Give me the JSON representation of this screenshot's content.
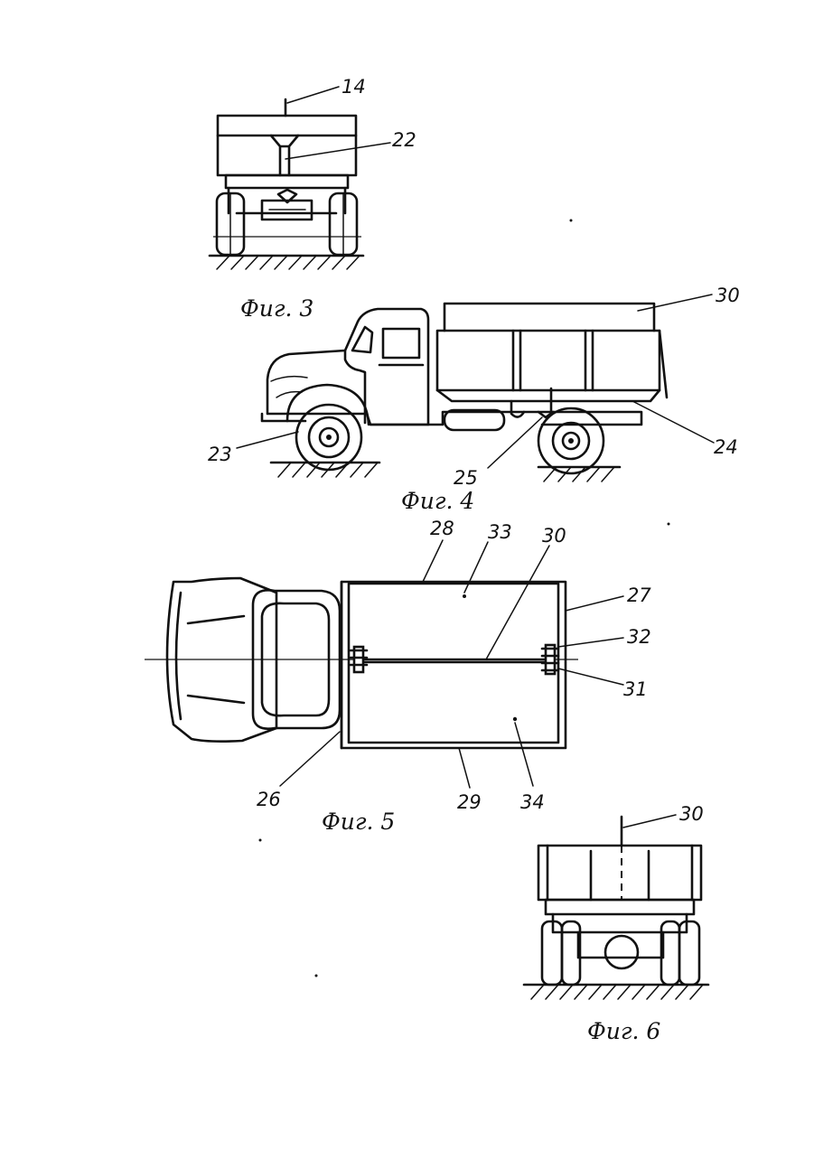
{
  "figures": {
    "fig3": {
      "caption": "Фиг. 3",
      "labels": [
        "14",
        "22"
      ]
    },
    "fig4": {
      "caption": "Фиг. 4",
      "labels": [
        "30",
        "23",
        "24",
        "25"
      ]
    },
    "fig5": {
      "caption": "Фиг. 5",
      "labels": [
        "28",
        "33",
        "30",
        "27",
        "32",
        "31",
        "26",
        "29",
        "34"
      ]
    },
    "fig6": {
      "caption": "Фиг. 6",
      "labels": [
        "30"
      ]
    }
  },
  "colors": {
    "ink": "#111111",
    "paper": "#ffffff"
  }
}
